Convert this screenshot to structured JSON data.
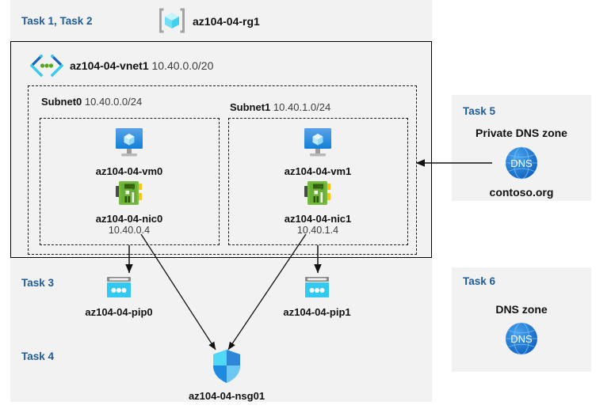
{
  "diagram": {
    "title": "Azure AZ-104 Lab 04 resource topology",
    "colors": {
      "task_label": "#1f5c99",
      "panel_bg": "#f2f2f2",
      "canvas_bg": "#ffffff",
      "border": "#000000",
      "dashed_border": "#1a1a1a",
      "vm_blue": "#2e8ddf",
      "nic_green": "#6cb33f",
      "pip_cyan": "#32c8ef",
      "nsg_blue": "#2f9cf0",
      "dns_blue": "#1b75d0",
      "rg_cube": "#50e6ff"
    }
  },
  "resource_group": {
    "task_label": "Task 1, Task 2",
    "icon": "resource-group-icon",
    "name": "az104-04-rg1"
  },
  "vnet": {
    "icon": "virtual-network-icon",
    "name": "az104-04-vnet1",
    "cidr": "10.40.0.0/20"
  },
  "subnets": [
    {
      "name": "Subnet0",
      "cidr": "10.40.0.0/24",
      "vm": {
        "icon": "virtual-machine-icon",
        "name": "az104-04-vm0"
      },
      "nic": {
        "icon": "network-interface-icon",
        "name": "az104-04-nic0",
        "ip": "10.40.0.4"
      }
    },
    {
      "name": "Subnet1",
      "cidr": "10.40.1.0/24",
      "vm": {
        "icon": "virtual-machine-icon",
        "name": "az104-04-vm1"
      },
      "nic": {
        "icon": "network-interface-icon",
        "name": "az104-04-nic1",
        "ip": "10.40.1.4"
      }
    }
  ],
  "public_ips": {
    "task_label": "Task 3",
    "items": [
      {
        "icon": "public-ip-icon",
        "name": "az104-04-pip0"
      },
      {
        "icon": "public-ip-icon",
        "name": "az104-04-pip1"
      }
    ]
  },
  "nsg": {
    "task_label": "Task 4",
    "icon": "network-security-group-icon",
    "name": "az104-04-nsg01"
  },
  "private_dns": {
    "task_label": "Task 5",
    "heading": "Private DNS zone",
    "icon": "dns-zone-icon",
    "icon_text": "DNS",
    "name": "contoso.org"
  },
  "dns_zone": {
    "task_label": "Task 6",
    "heading": "DNS zone",
    "icon": "dns-zone-icon",
    "icon_text": "DNS"
  }
}
